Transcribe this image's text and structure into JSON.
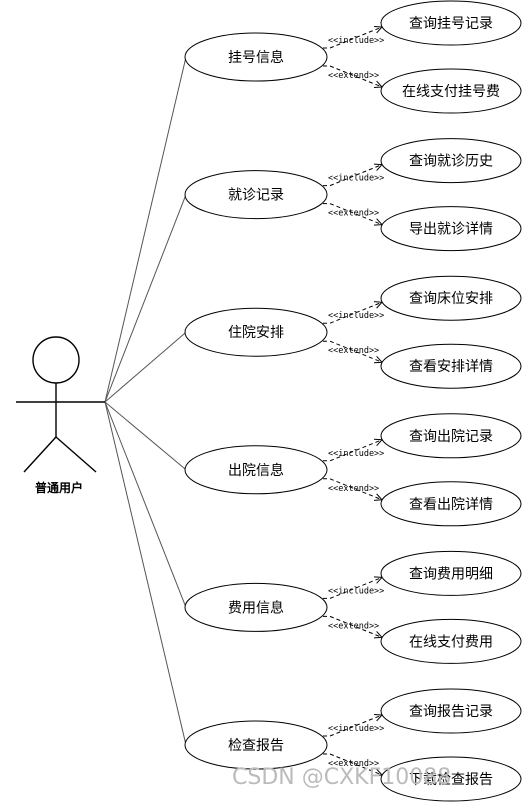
{
  "actor": {
    "name": "普通用户"
  },
  "stereotypes": {
    "include": "<<include>>",
    "extend": "<<extend>>"
  },
  "use_cases": [
    {
      "name": "挂号信息",
      "include": "查询挂号记录",
      "extend": "在线支付挂号费"
    },
    {
      "name": "就诊记录",
      "include": "查询就诊历史",
      "extend": "导出就诊详情"
    },
    {
      "name": "住院安排",
      "include": "查询床位安排",
      "extend": "查看安排详情"
    },
    {
      "name": "出院信息",
      "include": "查询出院记录",
      "extend": "查看出院详情"
    },
    {
      "name": "费用信息",
      "include": "查询费用明细",
      "extend": "在线支付费用"
    },
    {
      "name": "检查报告",
      "include": "查询报告记录",
      "extend": "下载检查报告"
    }
  ],
  "watermark": "CSDN @CXKF10088"
}
